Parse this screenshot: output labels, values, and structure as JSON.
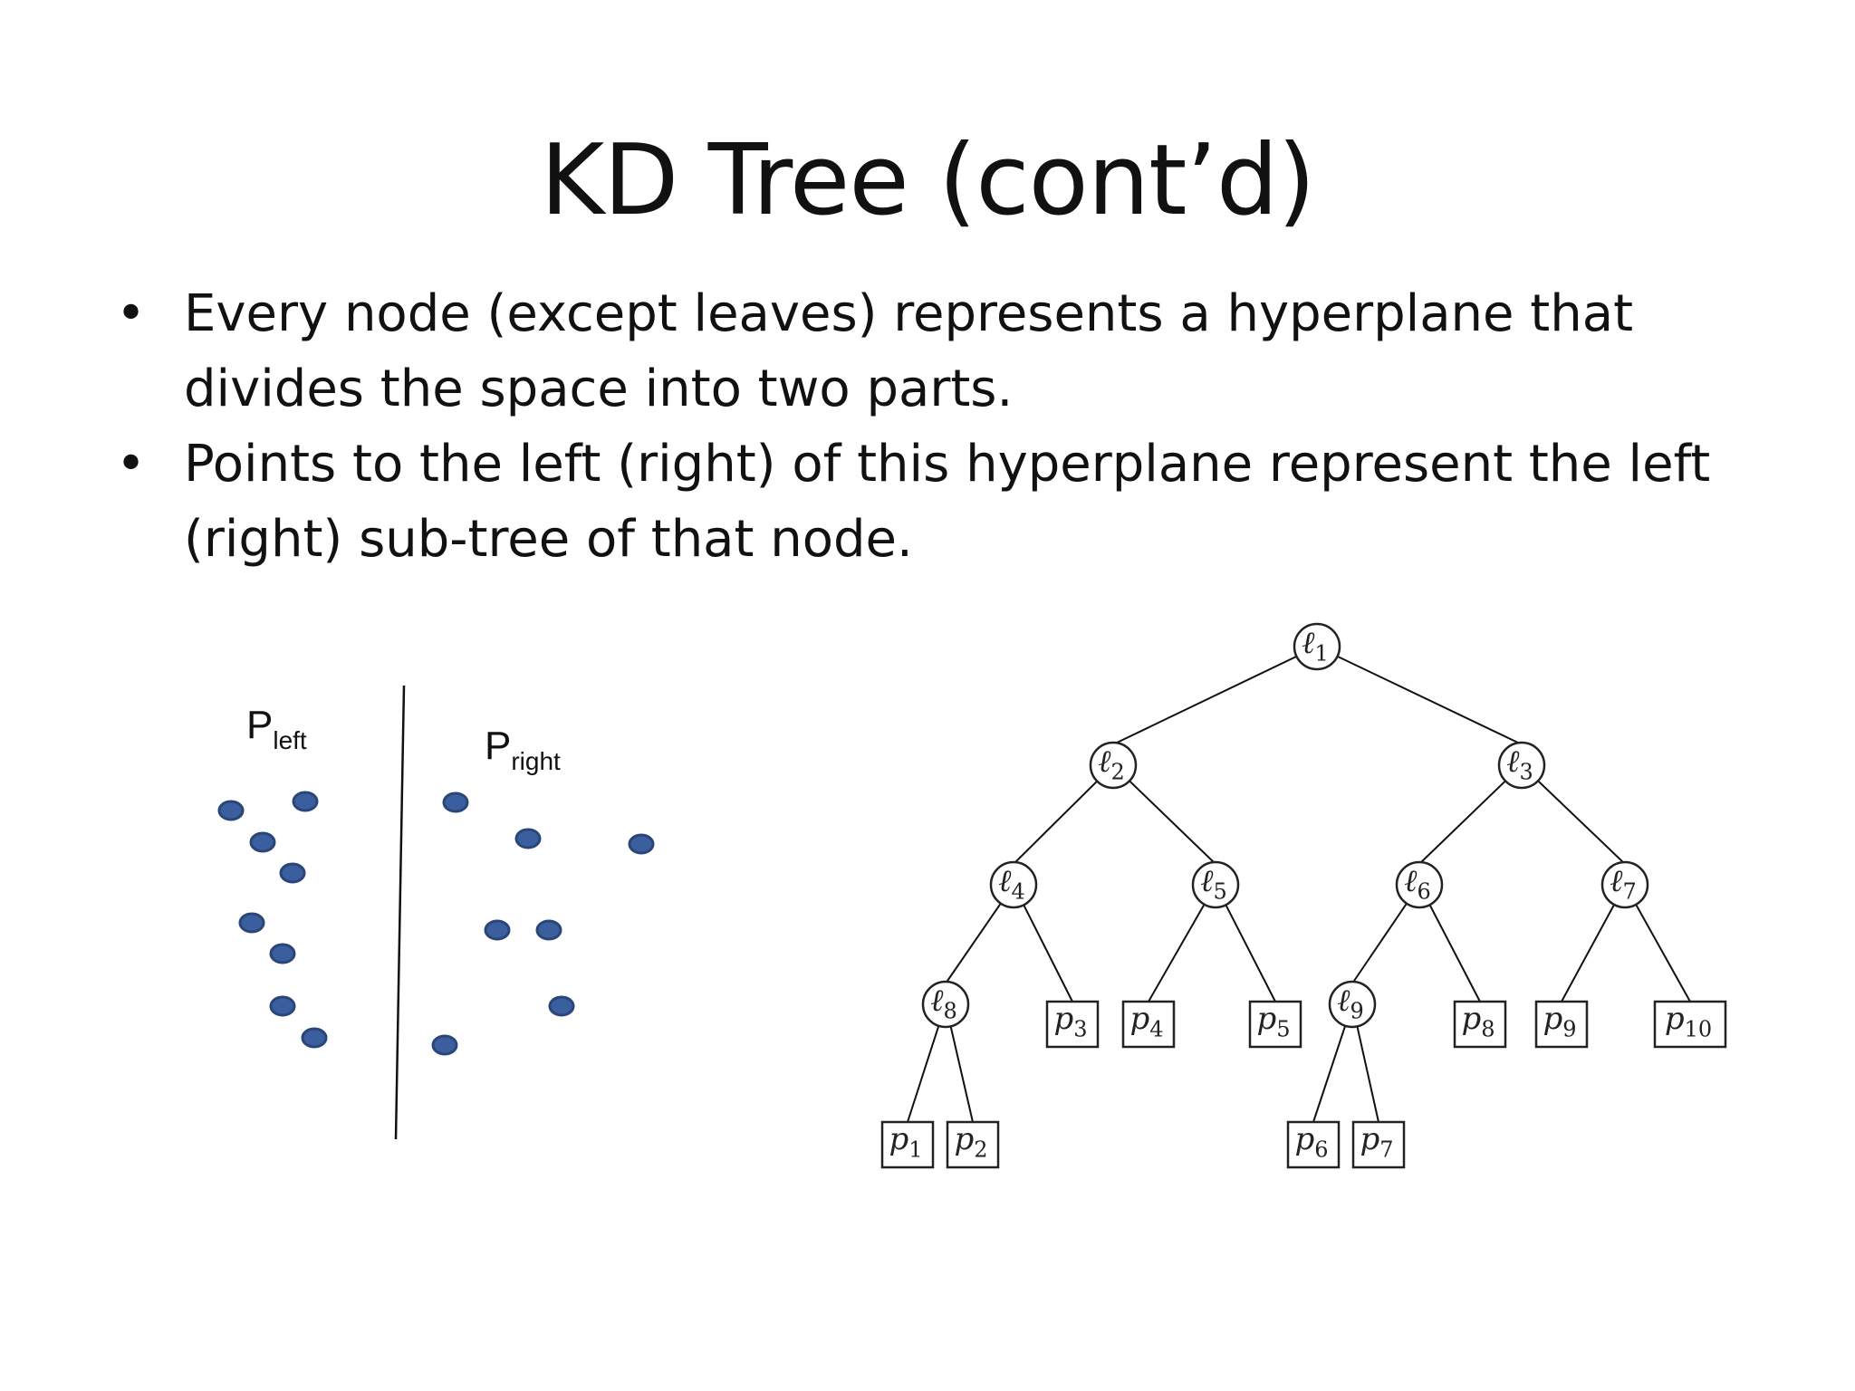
{
  "title": "KD Tree (cont’d)",
  "bullets": [
    "Every node (except leaves) represents a hyperplane that divides the space into two parts.",
    "Points to the left (right) of this hyperplane represent the left (right) sub-tree of that node."
  ],
  "bullet_symbol": "•",
  "partition": {
    "left_label": {
      "main": "P",
      "sub": "left"
    },
    "right_label": {
      "main": "P",
      "sub": "right"
    },
    "point_color": "#3b5e9e"
  },
  "tree": {
    "internal_nodes": [
      {
        "id": "l1",
        "main": "ℓ",
        "sub": "1"
      },
      {
        "id": "l2",
        "main": "ℓ",
        "sub": "2"
      },
      {
        "id": "l3",
        "main": "ℓ",
        "sub": "3"
      },
      {
        "id": "l4",
        "main": "ℓ",
        "sub": "4"
      },
      {
        "id": "l5",
        "main": "ℓ",
        "sub": "5"
      },
      {
        "id": "l6",
        "main": "ℓ",
        "sub": "6"
      },
      {
        "id": "l7",
        "main": "ℓ",
        "sub": "7"
      },
      {
        "id": "l8",
        "main": "ℓ",
        "sub": "8"
      },
      {
        "id": "l9",
        "main": "ℓ",
        "sub": "9"
      }
    ],
    "leaves": [
      {
        "id": "p1",
        "main": "p",
        "sub": "1"
      },
      {
        "id": "p2",
        "main": "p",
        "sub": "2"
      },
      {
        "id": "p3",
        "main": "p",
        "sub": "3"
      },
      {
        "id": "p4",
        "main": "p",
        "sub": "4"
      },
      {
        "id": "p5",
        "main": "p",
        "sub": "5"
      },
      {
        "id": "p6",
        "main": "p",
        "sub": "6"
      },
      {
        "id": "p7",
        "main": "p",
        "sub": "7"
      },
      {
        "id": "p8",
        "main": "p",
        "sub": "8"
      },
      {
        "id": "p9",
        "main": "p",
        "sub": "9"
      },
      {
        "id": "p10",
        "main": "p",
        "sub": "10"
      }
    ],
    "edges": [
      [
        "l1",
        "l2"
      ],
      [
        "l1",
        "l3"
      ],
      [
        "l2",
        "l4"
      ],
      [
        "l2",
        "l5"
      ],
      [
        "l3",
        "l6"
      ],
      [
        "l3",
        "l7"
      ],
      [
        "l4",
        "l8"
      ],
      [
        "l4",
        "p3"
      ],
      [
        "l5",
        "p4"
      ],
      [
        "l5",
        "p5"
      ],
      [
        "l6",
        "l9"
      ],
      [
        "l6",
        "p8"
      ],
      [
        "l7",
        "p9"
      ],
      [
        "l7",
        "p10"
      ],
      [
        "l8",
        "p1"
      ],
      [
        "l8",
        "p2"
      ],
      [
        "l9",
        "p6"
      ],
      [
        "l9",
        "p7"
      ]
    ]
  }
}
